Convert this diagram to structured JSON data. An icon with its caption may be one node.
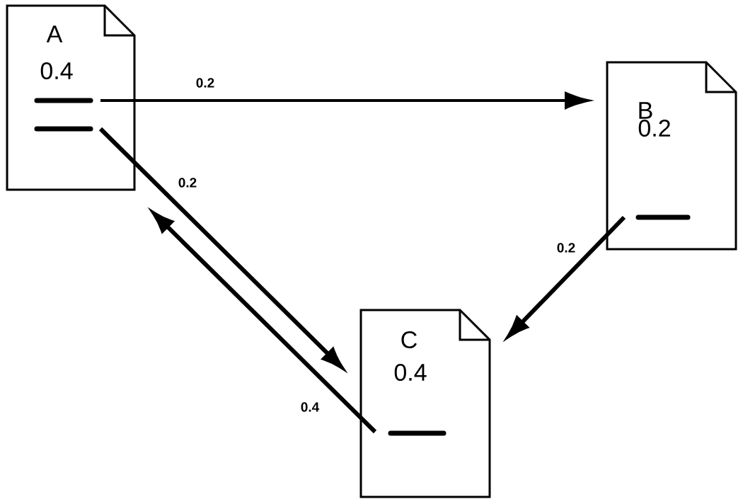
{
  "diagram": {
    "nodes": [
      {
        "text": [
          "A",
          "0.4"
        ]
      },
      {
        "text": [
          "B",
          "0.2"
        ]
      },
      {
        "text": [
          "C",
          "0.4"
        ]
      }
    ],
    "edges": [
      {
        "from": 0,
        "to": 1,
        "arrow": "to",
        "label": "0.2"
      },
      {
        "from": 0,
        "to": 2,
        "arrow": "to",
        "label": "0.2"
      },
      {
        "from": 1,
        "to": 2,
        "arrow": "to",
        "label": "0.2"
      },
      {
        "from": 2,
        "to": 0,
        "arrow": "to",
        "label": "0.4"
      }
    ]
  }
}
